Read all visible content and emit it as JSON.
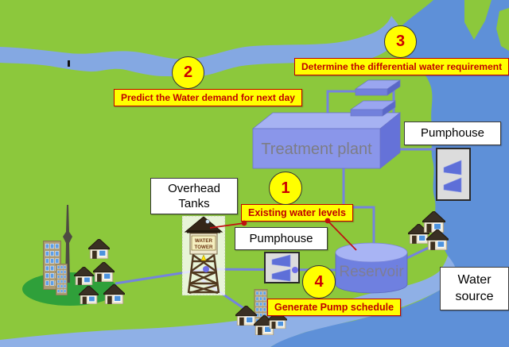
{
  "steps": [
    {
      "num": "1",
      "label": "Existing water levels"
    },
    {
      "num": "2",
      "label": "Predict the Water demand for next day"
    },
    {
      "num": "3",
      "label": "Determine the differential water requirement"
    },
    {
      "num": "4",
      "label": "Generate Pump schedule"
    }
  ],
  "facilities": {
    "treatment_plant": "Treatment plant",
    "reservoir": "Reservoir",
    "pumphouse_right": "Pumphouse",
    "pumphouse_left": "Pumphouse",
    "overhead_tanks": "Overhead Tanks",
    "water_source": "Water source"
  },
  "water_tower_sign": {
    "line1": "WATER",
    "line2": "TOWER"
  },
  "colors": {
    "land": "#8CC83C",
    "lake": "#5E90D8",
    "river": "#8FB0E6",
    "pipe": "#7483DE",
    "step_bg": "#FFFF00",
    "step_red": "#C00000",
    "plant": "#8A96EA",
    "reservoir_fill": "#6F80E0",
    "park": "#2FA03A"
  }
}
